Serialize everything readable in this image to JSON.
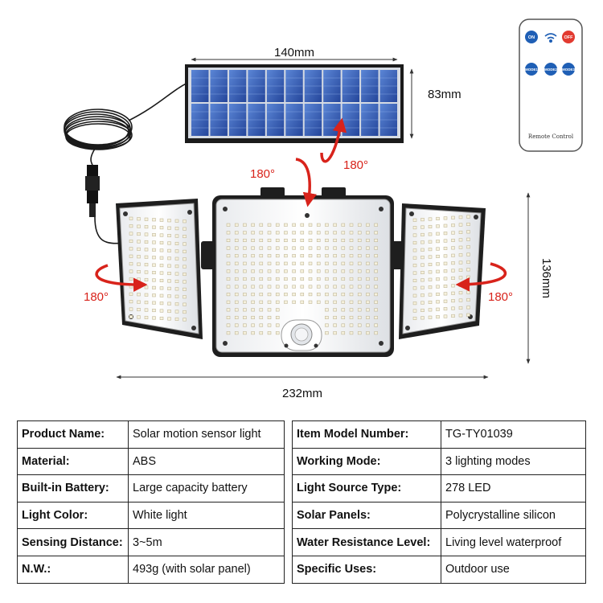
{
  "dimensions": {
    "panel_width": "140mm",
    "panel_height": "83mm",
    "light_width": "232mm",
    "light_height": "136mm"
  },
  "rotation_angles": [
    "180°",
    "180°",
    "180°",
    "180°"
  ],
  "remote": {
    "buttons": [
      "ON",
      "OFF",
      "MODE1",
      "MODE2",
      "MODE3"
    ],
    "label": "Remote Control"
  },
  "colors": {
    "accent_red": "#d8231b",
    "panel_blue": "#3a62b8",
    "remote_button_blue": "#1f5fb5",
    "remote_off_red": "#e23a30"
  },
  "specs_left": [
    {
      "label": "Product Name:",
      "value": "Solar motion sensor light"
    },
    {
      "label": "Material:",
      "value": "ABS"
    },
    {
      "label": "Built-in Battery:",
      "value": "Large capacity battery"
    },
    {
      "label": "Light Color:",
      "value": "White light"
    },
    {
      "label": "Sensing Distance:",
      "value": "3~5m"
    },
    {
      "label": "N.W.:",
      "value": "493g (with solar panel)"
    }
  ],
  "specs_right": [
    {
      "label": "Item Model Number:",
      "value": "TG-TY01039"
    },
    {
      "label": "Working Mode:",
      "value": "3 lighting modes"
    },
    {
      "label": "Light Source Type:",
      "value": "278 LED"
    },
    {
      "label": "Solar Panels:",
      "value": "Polycrystalline silicon"
    },
    {
      "label": "Water Resistance Level:",
      "value": "Living level waterproof"
    },
    {
      "label": "Specific Uses:",
      "value": "Outdoor use"
    }
  ]
}
